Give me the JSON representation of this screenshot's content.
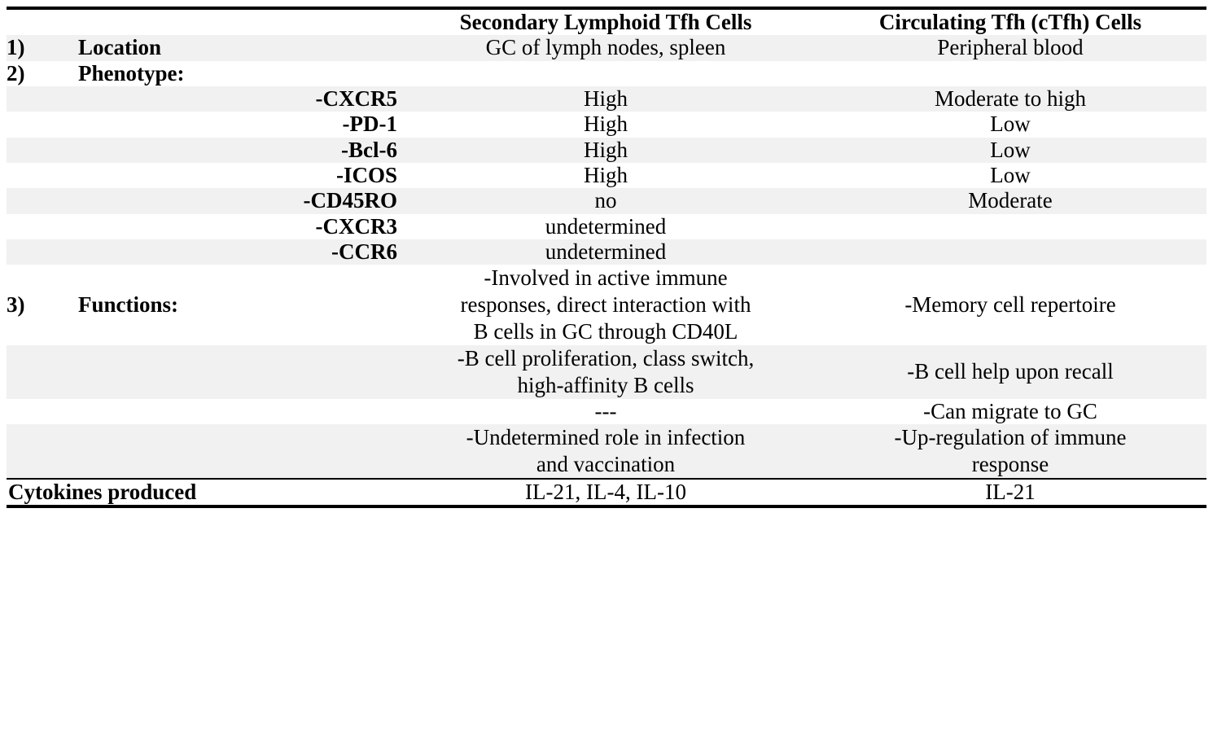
{
  "table": {
    "headers": {
      "col_num": "",
      "col_label": "",
      "col_secondary": "Secondary Lymphoid Tfh Cells",
      "col_circulating": "Circulating Tfh (cTfh) Cells"
    },
    "rows": [
      {
        "num": "1)",
        "label": "Location",
        "secondary": "GC of lymph nodes, spleen",
        "circulating": "Peripheral blood"
      },
      {
        "num": "2)",
        "label": "Phenotype:",
        "secondary": "",
        "circulating": ""
      },
      {
        "marker": "-CXCR5",
        "secondary": "High",
        "circulating": "Moderate to high"
      },
      {
        "marker": "-PD-1",
        "secondary": "High",
        "circulating": "Low"
      },
      {
        "marker": "-Bcl-6",
        "secondary": "High",
        "circulating": "Low"
      },
      {
        "marker": "-ICOS",
        "secondary": "High",
        "circulating": "Low"
      },
      {
        "marker": "-CD45RO",
        "secondary": "no",
        "circulating": "Moderate"
      },
      {
        "marker": "-CXCR3",
        "spanned": "undetermined"
      },
      {
        "marker": "-CCR6",
        "spanned": "undetermined"
      },
      {
        "num": "3)",
        "label": "Functions:",
        "secondary_lines": [
          "-Involved in active immune",
          "responses, direct interaction with",
          "B cells in GC through CD40L"
        ],
        "circulating": "-Memory cell repertoire"
      },
      {
        "secondary_lines": [
          "-B cell proliferation, class switch,",
          "high-affinity B cells"
        ],
        "circulating": "-B cell help upon recall"
      },
      {
        "secondary": "---",
        "circulating": "-Can migrate to GC"
      },
      {
        "secondary_lines": [
          "-Undetermined role in infection",
          "and vaccination"
        ],
        "circulating_lines": [
          "-Up-regulation of immune",
          "response"
        ]
      },
      {
        "label_full": "Cytokines produced",
        "secondary": "IL-21, IL-4, IL-10",
        "circulating": "IL-21"
      }
    ]
  },
  "style": {
    "zebra_color": "#f1f1f1",
    "rule_color": "#000000",
    "text_color": "#000000"
  }
}
